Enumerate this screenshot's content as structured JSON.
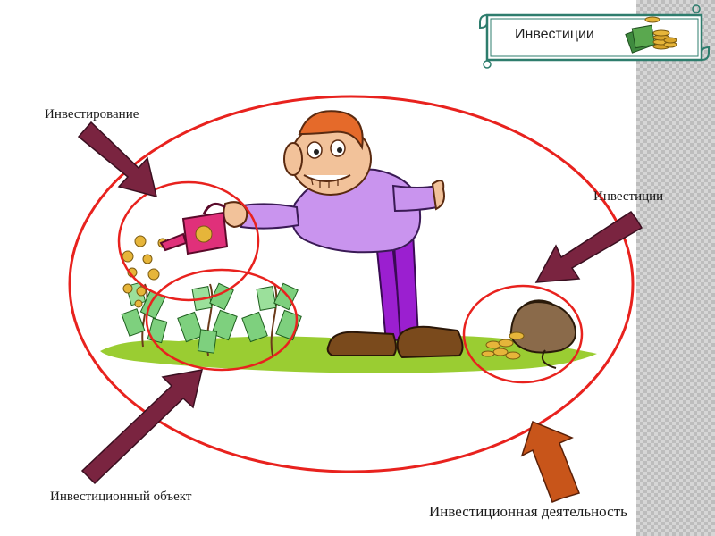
{
  "banner": {
    "title": "Инвестиции"
  },
  "labels": {
    "investing": "Инвестирование",
    "investments": "Инвестиции",
    "investment_object": "Инвестиционный объект",
    "investment_activity": "Инвестиционная деятельность"
  },
  "colors": {
    "ellipse": "#e8221e",
    "arrow_dark": "#7a2440",
    "arrow_orange": "#c8551a",
    "grass": "#9acd32",
    "shirt": "#c994ee",
    "pants": "#9b1fd0",
    "boots": "#7a4a1c",
    "banner_border": "#2e7d6d"
  },
  "icons": [
    "money-stack-icon",
    "watering-can-icon",
    "coin-bag-icon"
  ]
}
